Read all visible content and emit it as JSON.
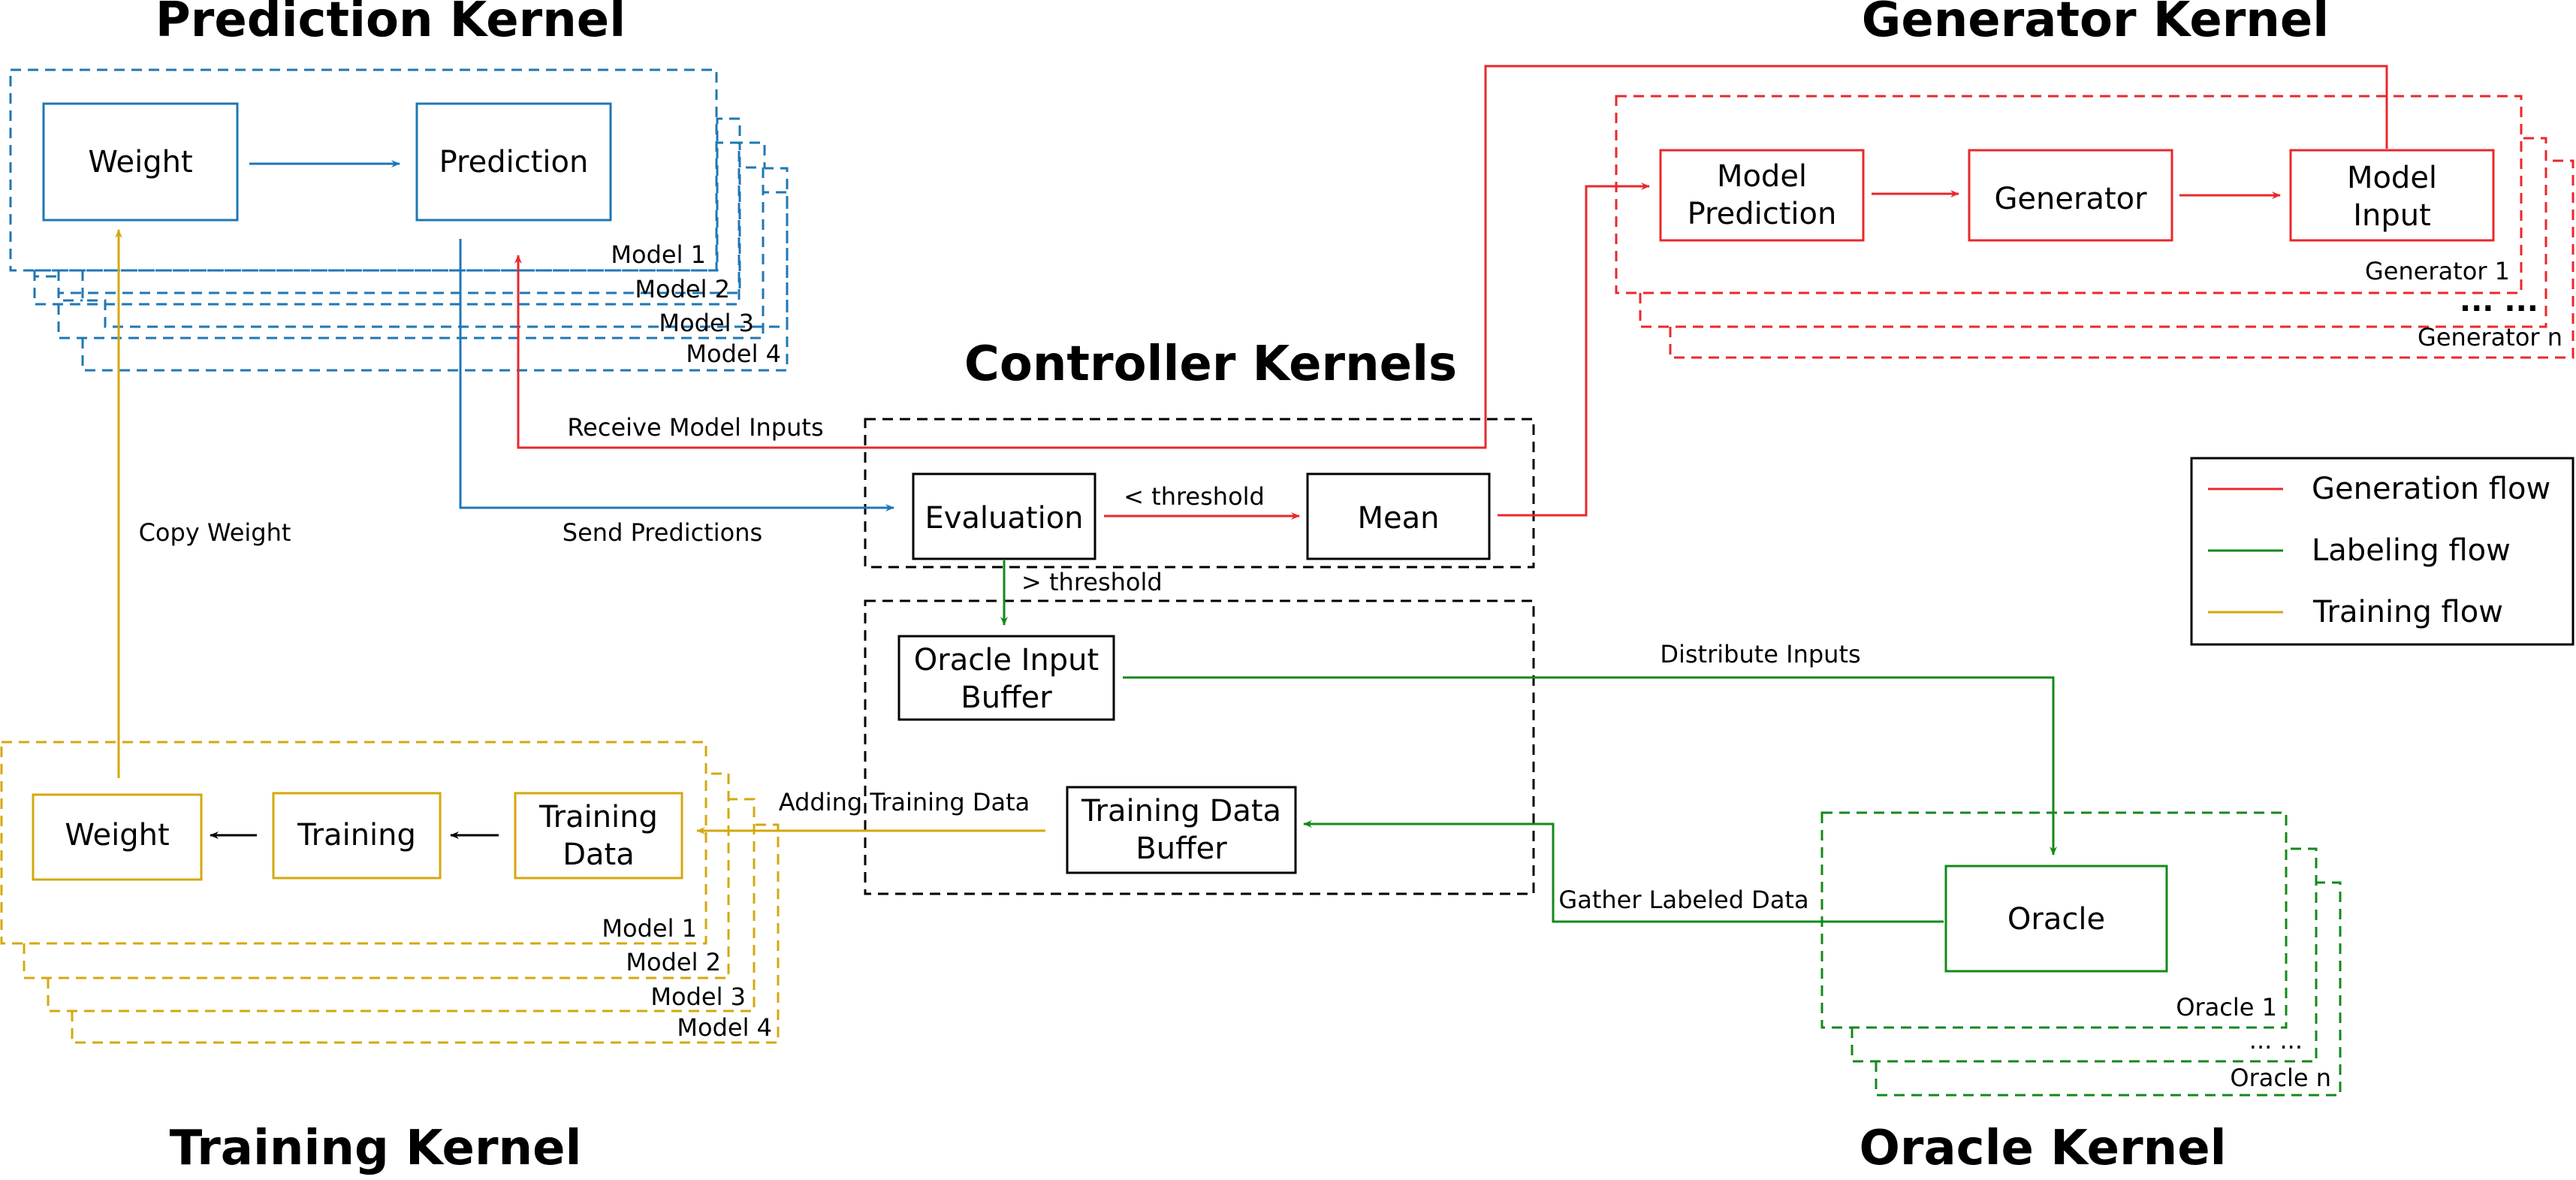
{
  "colors": {
    "prediction": "#1f77b4",
    "generation": "#e8292b",
    "labeling": "#14891a",
    "training": "#d4a80c",
    "controller": "#000000"
  },
  "titles": {
    "prediction_kernel": "Prediction Kernel",
    "generator_kernel": "Generator Kernel",
    "controller_kernels": "Controller Kernels",
    "training_kernel": "Training Kernel",
    "oracle_kernel": "Oracle Kernel"
  },
  "prediction": {
    "weight": "Weight",
    "prediction": "Prediction",
    "models": [
      "Model 1",
      "Model 2",
      "Model 3",
      "Model 4"
    ]
  },
  "generator": {
    "model_prediction": [
      "Model",
      "Prediction"
    ],
    "generator": "Generator",
    "model_input": [
      "Model",
      "Input"
    ],
    "generator_1": "Generator 1",
    "dots": "... ...",
    "generator_n": "Generator n"
  },
  "controller": {
    "evaluation": "Evaluation",
    "mean": "Mean",
    "below_threshold": "< threshold",
    "above_threshold": "> threshold",
    "oracle_input_buffer": [
      "Oracle Input",
      "Buffer"
    ],
    "training_data_buffer": [
      "Training Data",
      "Buffer"
    ]
  },
  "training": {
    "weight": "Weight",
    "training": "Training",
    "training_data": [
      "Training",
      "Data"
    ],
    "models": [
      "Model 1",
      "Model 2",
      "Model 3",
      "Model 4"
    ]
  },
  "oracle": {
    "oracle": "Oracle",
    "oracle_1": "Oracle 1",
    "dots": "... ...",
    "oracle_n": "Oracle n"
  },
  "flow_labels": {
    "receive_model_inputs": "Receive Model Inputs",
    "send_predictions": "Send Predictions",
    "copy_weight": "Copy Weight",
    "distribute_inputs": "Distribute Inputs",
    "adding_training_data": "Adding Training Data",
    "gather_labeled_data": "Gather Labeled Data"
  },
  "legend": {
    "generation_flow": "Generation flow",
    "labeling_flow": "Labeling flow",
    "training_flow": "Training flow"
  }
}
